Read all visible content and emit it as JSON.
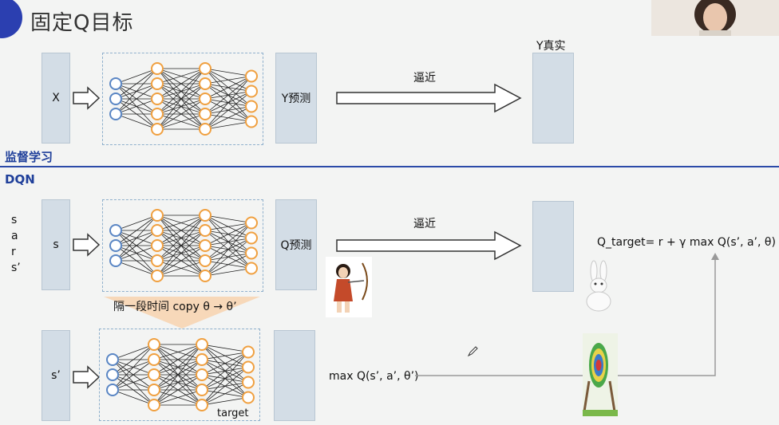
{
  "title": "固定Q目标",
  "supervised": {
    "section_label": "监督学习",
    "input_label": "X",
    "pred_label": "Y预测",
    "approx_label": "逼近",
    "target_label": "Y真实"
  },
  "dqn": {
    "section_label": "DQN",
    "sars": [
      "s",
      "a",
      "r",
      "s’"
    ],
    "input_label": "s",
    "pred_label": "Q预测",
    "approx_label": "逼近",
    "copy_label": "隔一段时间 copy θ → θ’",
    "target_input_label": "s’",
    "target_net_label": "target",
    "max_q_label": "max Q(s’, a’, θ’)",
    "q_target_formula": "Q_target= r + γ max Q(s’, a’, θ)"
  },
  "colors": {
    "accent": "#2b4aa8",
    "box_fill": "#d3dde6",
    "input_node": "#5a86c4",
    "hidden_node": "#f0a040",
    "arrow_copy": "#f5c89a"
  }
}
